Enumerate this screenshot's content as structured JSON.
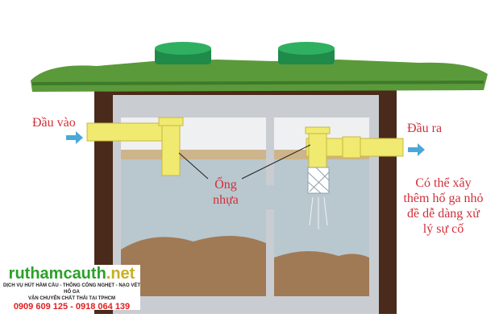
{
  "labels": {
    "inlet": "Đầu vào",
    "outlet": "Đầu ra",
    "pipe": "Ống nhựa",
    "note": "Có thể xây thêm hố ga nhỏ đề dễ dàng xử lý sự cố"
  },
  "logo": {
    "brand_main": "ruthamcauth",
    "brand_tld": ".net",
    "line1": "DỊCH VỤ HÚT HẦM CẦU - THÔNG CỐNG NGHẸT - NẠO VÉT HỐ GA",
    "line2": "VẬN CHUYỂN CHẤT THẢI TẠI TPHCM",
    "phone": "0909 609 125 - 0918 064 139"
  },
  "colors": {
    "label": "#d0303a",
    "grass": "#5a9a3a",
    "soil": "#4a2a1a",
    "concrete": "#c9cdd2",
    "water": "#b9c7cf",
    "pipe": "#f0ea70",
    "lid": "#1f8a4a",
    "arrow": "#4aa8d8"
  }
}
